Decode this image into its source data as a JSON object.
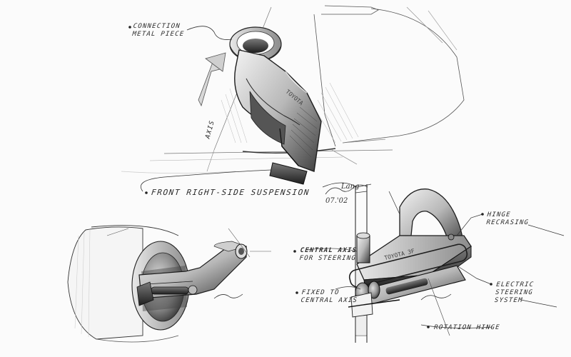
{
  "colors": {
    "paper": "#fbfbfb",
    "ink": "#2a2a2a",
    "shade": "#9a9a9a"
  },
  "labels": {
    "connection_line1": "CONNECTION",
    "connection_line2": "METAL PIECE",
    "front_suspension": "FRONT RIGHT-SIDE SUSPENSION",
    "axis_note": "AXIS",
    "central_axis_line1": "CENTRAL AXIS",
    "central_axis_line2": "FOR STEERING",
    "fixed_line1": "FIXED TO",
    "fixed_line2": "CENTRAL AXIS",
    "hinge_line1": "HINGE",
    "hinge_line2": "RECRASING",
    "electric_line1": "ELECTRIC",
    "electric_line2": "STEERING",
    "electric_line3": "SYSTEM",
    "rotation_hinge": "ROTATION HINGE"
  },
  "engravings": {
    "arm_top": "TOYOTA",
    "arm_bottom": "TOYOTA  3F"
  },
  "signatures": {
    "top_name": "Lang",
    "top_date": "07.'02"
  }
}
